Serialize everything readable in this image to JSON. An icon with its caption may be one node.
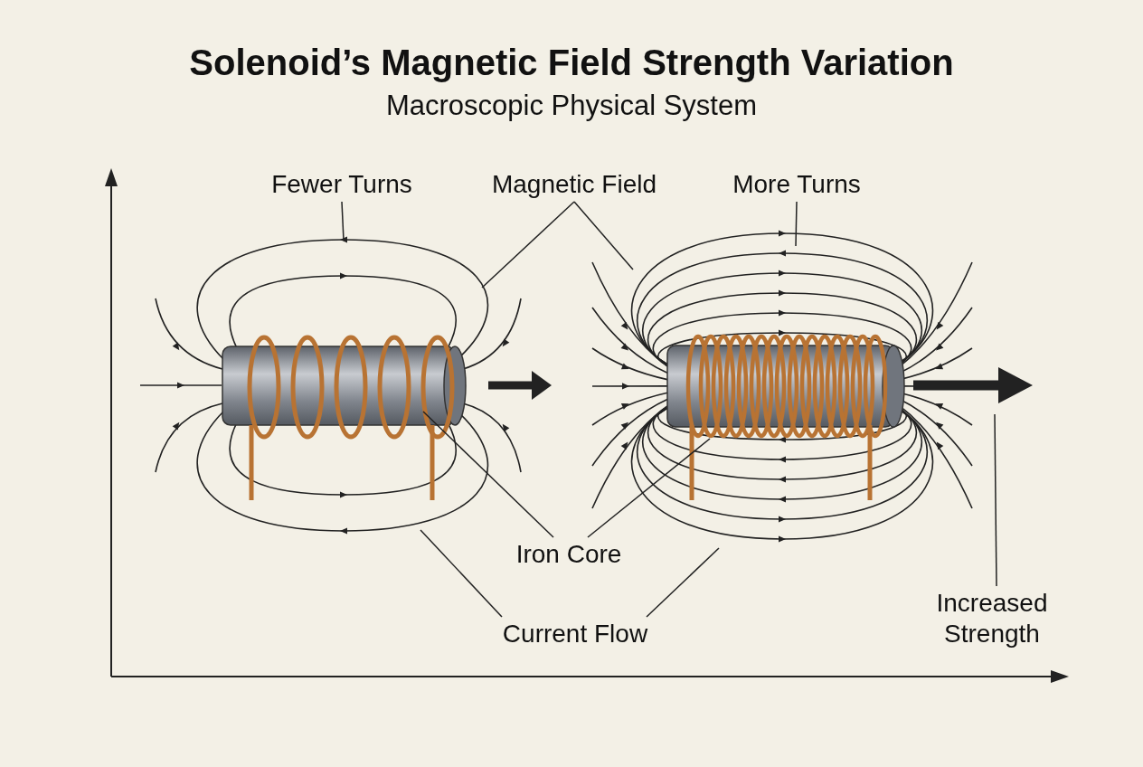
{
  "diagram": {
    "title": "Solenoid’s Magnetic Field Strength Variation",
    "nodes": [
      {
        "text": [
          "Fewer Turns"
        ]
      },
      {
        "text": [
          "Magnetic Field"
        ]
      },
      {
        "text": [
          "More Turns"
        ]
      },
      {
        "text": [],
        "shape": "picture"
      },
      {
        "text": [],
        "shape": "picture"
      },
      {
        "text": [
          "Iron Core"
        ]
      },
      {
        "text": [
          "Increased Strength"
        ]
      },
      {
        "text": [
          "Current Flow"
        ]
      }
    ],
    "edges": [
      {
        "from": 0,
        "to": 3,
        "arrow": "none"
      },
      {
        "from": 1,
        "to": 3,
        "arrow": "none"
      },
      {
        "from": 1,
        "to": 4,
        "arrow": "none"
      },
      {
        "from": 2,
        "to": 4,
        "arrow": "none"
      },
      {
        "from": 5,
        "to": 3,
        "arrow": "none"
      },
      {
        "from": 5,
        "to": 4,
        "arrow": "none"
      },
      {
        "from": 6,
        "to": null,
        "arrow": "none"
      },
      {
        "from": 7,
        "to": 3,
        "arrow": "none"
      },
      {
        "from": 7,
        "to": 4,
        "arrow": "none"
      }
    ],
    "labels": [
      "Macroscopic Physical System"
    ]
  }
}
